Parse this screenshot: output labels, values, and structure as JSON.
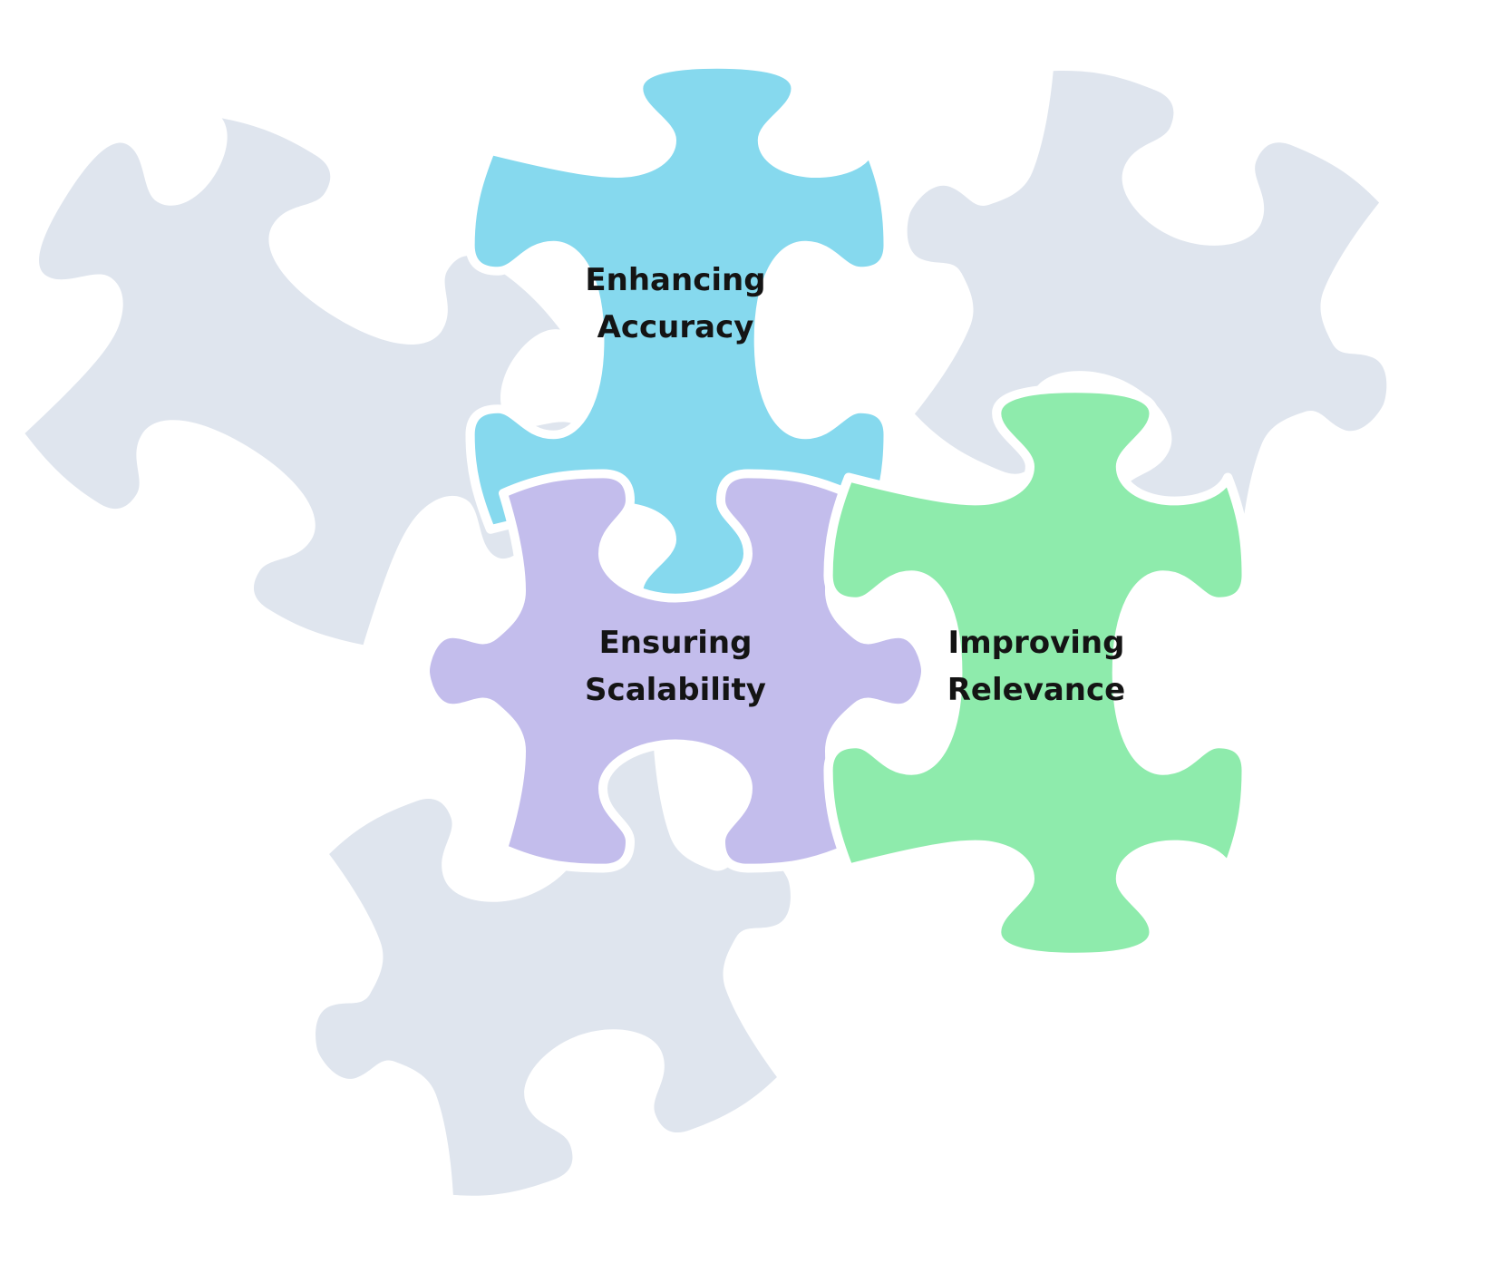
{
  "colors": {
    "background_pieces": "#dfe5ee",
    "outline": "#ffffff",
    "label_text": "#141414"
  },
  "pieces": [
    {
      "id": "accuracy",
      "line1": "Enhancing",
      "line2": "Accuracy",
      "color": "#86d9ee"
    },
    {
      "id": "scalability",
      "line1": "Ensuring",
      "line2": "Scalability",
      "color": "#c3bdec"
    },
    {
      "id": "relevance",
      "line1": "Improving",
      "line2": "Relevance",
      "color": "#8eebac"
    }
  ]
}
